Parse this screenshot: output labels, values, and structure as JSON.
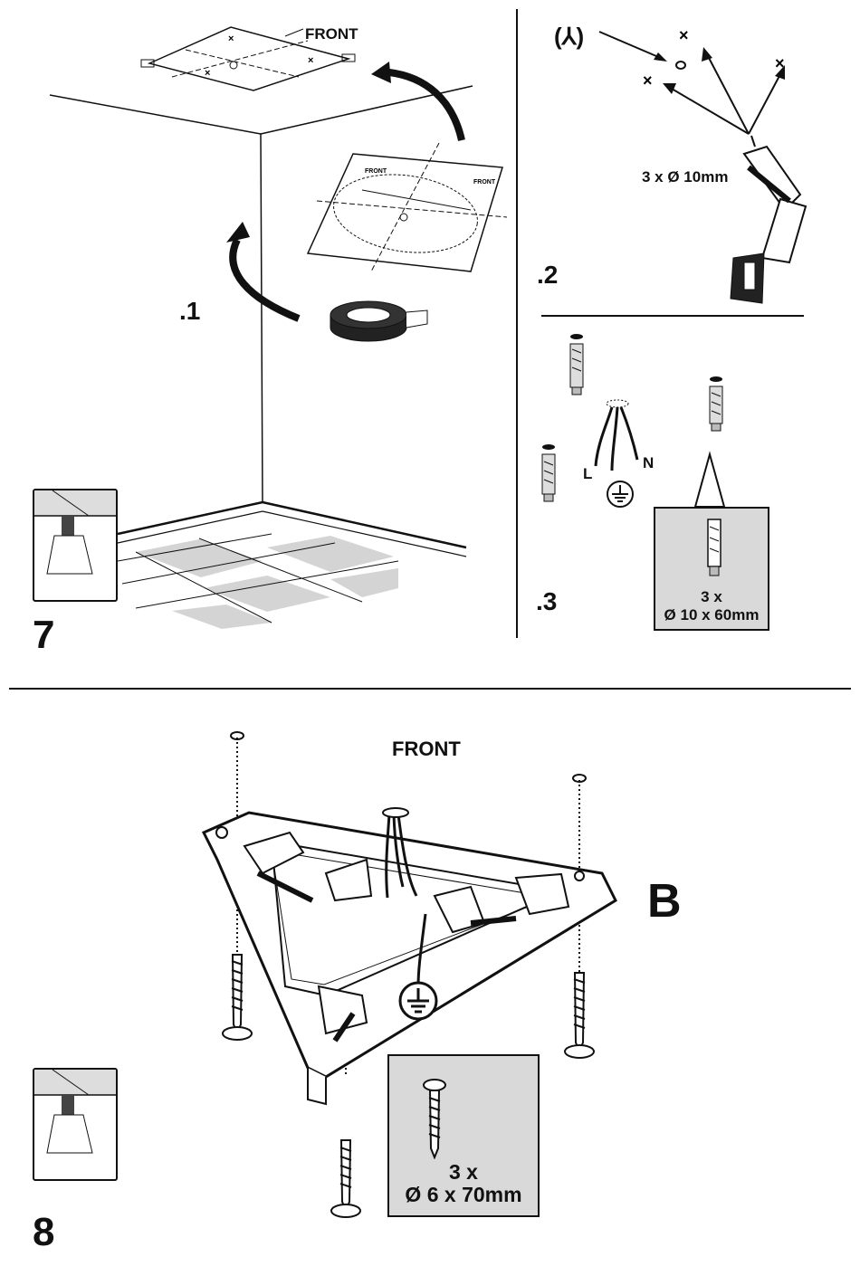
{
  "step7": {
    "number": "7",
    "sub1": {
      "label": ".1",
      "template_front": "FRONT"
    },
    "sub2": {
      "label": ".2",
      "symbol": "(⅄)",
      "drill_spec": "3 x Ø 10mm"
    },
    "sub3": {
      "label": ".3",
      "wire_l": "L",
      "wire_n": "N",
      "callout_qty": "3 x",
      "callout_size": "Ø 10 x 60mm"
    }
  },
  "step8": {
    "number": "8",
    "front": "FRONT",
    "part_letter": "B",
    "callout_qty": "3 x",
    "callout_size": "Ø 6 x 70mm"
  },
  "icons": [
    "earth-ground-icon",
    "drill-icon",
    "wall-plug-icon",
    "screw-icon",
    "tape-roll-icon",
    "lamp-thumbnail-icon"
  ],
  "colors": {
    "ink": "#111111",
    "callout_bg": "#d9d9d9",
    "tile_grey": "#d4d4d4",
    "white": "#ffffff"
  }
}
